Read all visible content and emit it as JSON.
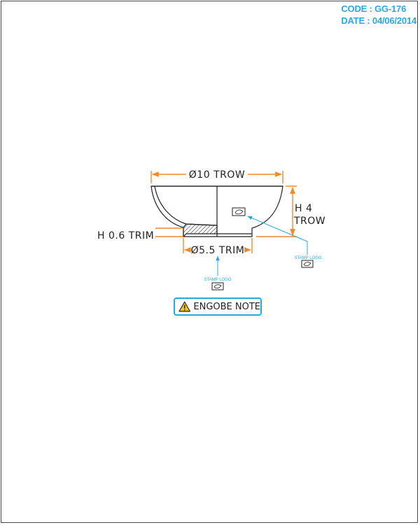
{
  "title_block": {
    "code": "CODE : GG-176",
    "date": "DATE : 04/06/2014"
  },
  "dimensions": {
    "outer_diameter": "Ø10 TROW",
    "height_value": "H 4",
    "height_unit": "TROW",
    "foot_height": "H 0.6 TRIM",
    "foot_diameter": "Ø5.5 TRIM"
  },
  "stamps": {
    "side_label": "STAMP LOGO",
    "bottom_label": "STAMP LOGO"
  },
  "note": {
    "label": "ENGOBE NOTE",
    "icon": "warning-triangle-icon"
  },
  "colors": {
    "dimension": "#f08a2a",
    "callout": "#29a8e0",
    "outline": "#222222",
    "frame": "#4a4a4a"
  }
}
